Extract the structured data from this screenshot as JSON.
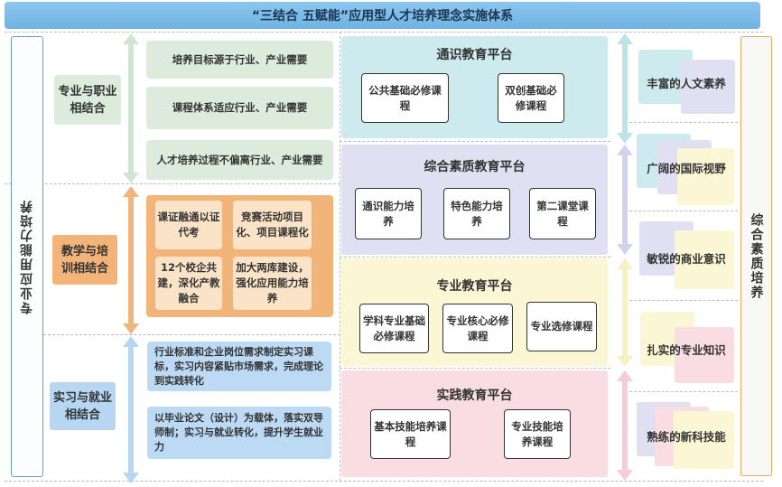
{
  "title": "“三结合 五赋能”应用型人才培养理念实施体系",
  "left_side_label": "专业应用能力培养",
  "right_side_label": "综合素质培养",
  "combos": [
    {
      "label": "专业与职业相结合",
      "items": [
        "培养目标源于行业、产业需要",
        "课程体系适应行业、产业需要",
        "人才培养过程不偏离行业、产业需要"
      ]
    },
    {
      "label": "教学与培训相结合",
      "items": [
        "课证融通以证代考",
        "竞赛活动项目化、项目课程化",
        "12个校企共建，深化产教融合",
        "加大两库建设，强化应用能力培养"
      ]
    },
    {
      "label": "实习与就业相结合",
      "items": [
        "行业标准和企业岗位需求制定实习课标，实习内容紧贴市场需求，完成理论到实践转化",
        "以毕业论文（设计）为载体，落实双导师制；实习与就业转化，提升学生就业力"
      ]
    }
  ],
  "platforms": [
    {
      "title": "通识教育平台",
      "courses": [
        "公共基础必修课程",
        "双创基础必修课程"
      ]
    },
    {
      "title": "综合素质教育平台",
      "courses": [
        "通识能力培养",
        "特色能力培养",
        "第二课堂课程"
      ]
    },
    {
      "title": "专业教育平台",
      "courses": [
        "学科专业基础必修课程",
        "专业核心必修课程",
        "专业选修课程"
      ]
    },
    {
      "title": "实践教育平台",
      "courses": [
        "基本技能培养课程",
        "专业技能培养课程"
      ]
    }
  ],
  "abilities": [
    "丰富的人文素养",
    "广阔的国际视野",
    "敏锐的商业意识",
    "扎实的专业知识",
    "熟练的新科技能"
  ],
  "colors": {
    "teal": "#cdeaee",
    "lavender": "#e1e0f3",
    "yellow": "#fbf6d4",
    "pink": "#f9dde3",
    "green": "#dcebdc",
    "orange": "#f3b47a",
    "blue": "#b6d6f2"
  }
}
